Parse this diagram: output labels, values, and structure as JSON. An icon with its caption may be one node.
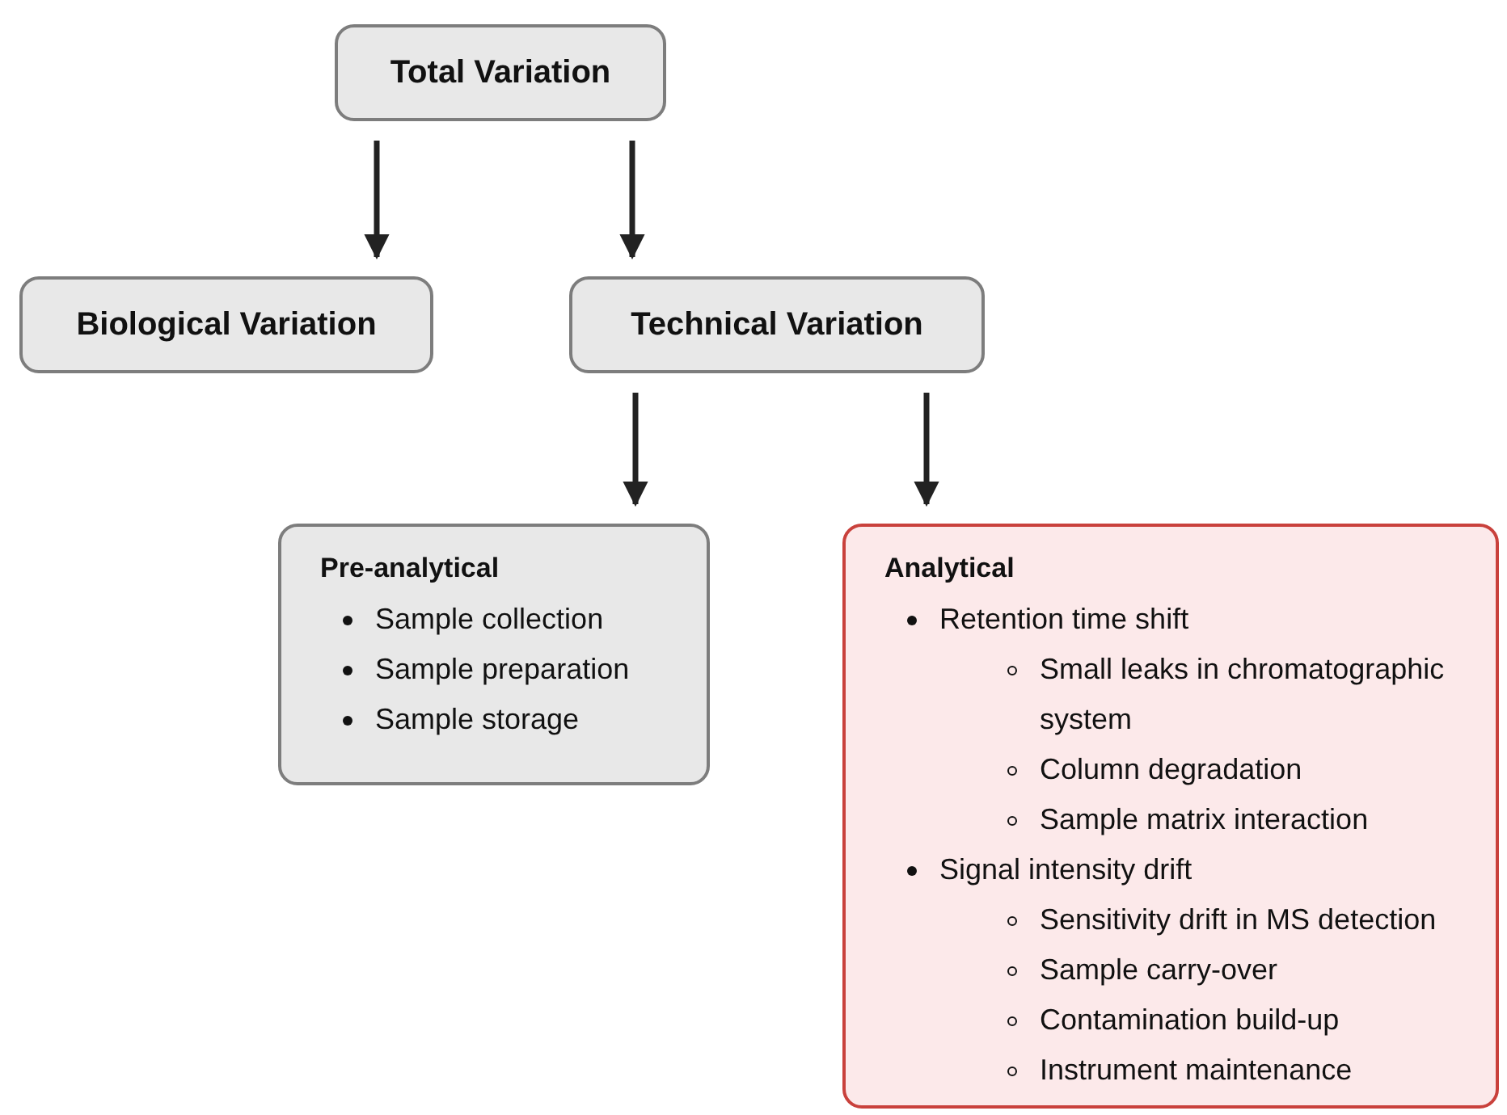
{
  "diagram": {
    "nodes": [
      {
        "text": [
          "Total Variation"
        ]
      },
      {
        "text": [
          "Biological Variation"
        ]
      },
      {
        "text": [
          "Technical Variation"
        ]
      },
      {
        "text": [
          "Pre-analytical",
          "Sample collection",
          "Sample preparation",
          "Sample storage"
        ]
      },
      {
        "text": [
          "Analytical",
          "Retention time shift",
          "Small leaks in chromatographic system",
          "Column degradation",
          "Sample matrix interaction",
          "Signal intensity drift",
          "Sensitivity drift in MS detection",
          "Sample carry-over",
          "Contamination build-up",
          "Instrument maintenance"
        ]
      }
    ],
    "edges": [
      {
        "from": 0,
        "to": 1,
        "arrow": "to"
      },
      {
        "from": 0,
        "to": 2,
        "arrow": "to"
      },
      {
        "from": 2,
        "to": 3,
        "arrow": "to"
      },
      {
        "from": 2,
        "to": 4,
        "arrow": "to"
      }
    ]
  }
}
